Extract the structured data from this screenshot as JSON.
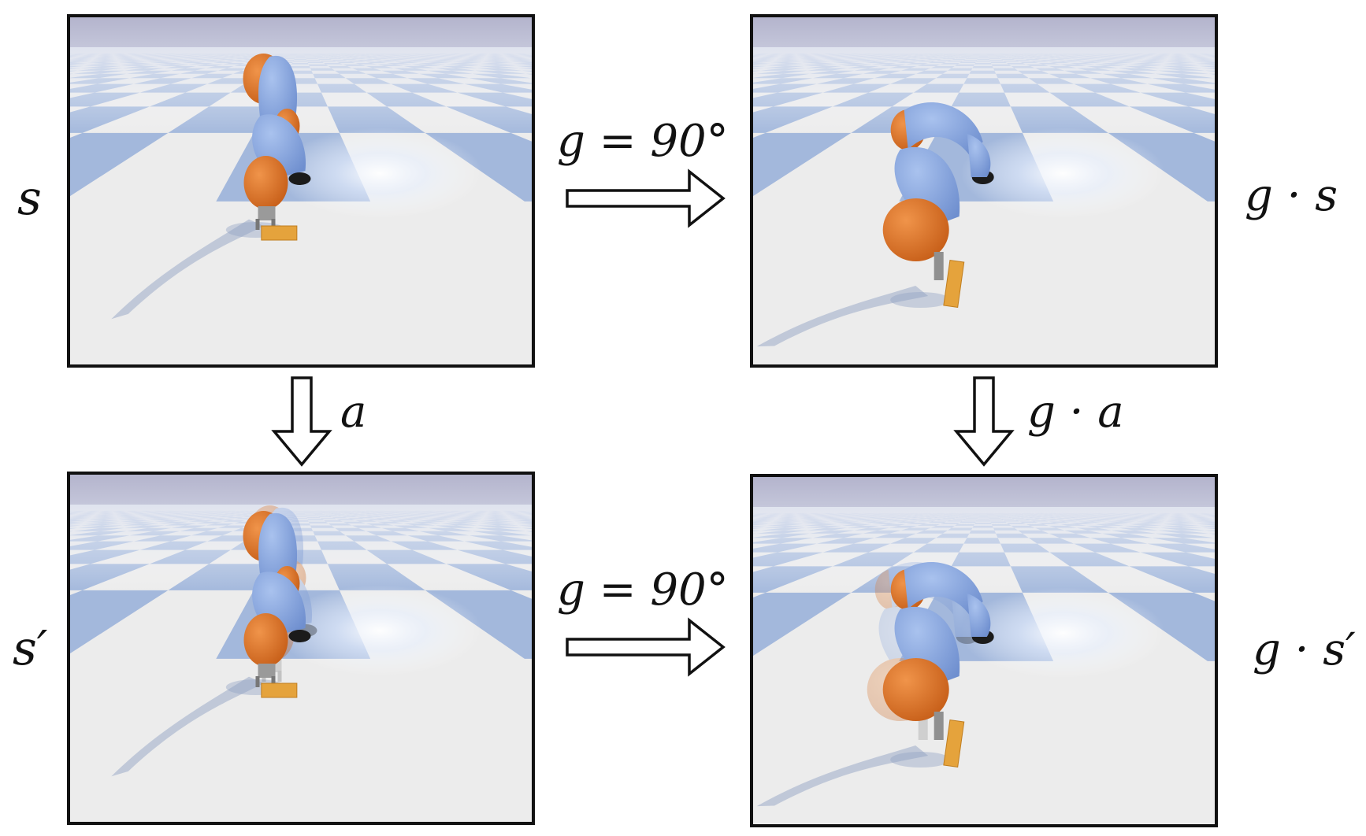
{
  "labels": {
    "state": "s",
    "state_next": "s′",
    "transformed_state": "g · s",
    "transformed_state_next": "g · s′",
    "action": "a",
    "transformed_action": "g · a",
    "group_element_top": "g = 90°",
    "group_element_bottom": "g = 90°"
  },
  "colors": {
    "floor_blue": "#a3b8dc",
    "floor_white": "#ececec",
    "sky": "#b6b6cf",
    "robot_blue": "#7e9fdc",
    "robot_orange": "#e07b2c",
    "block": "#e5a33c",
    "frame": "#111111"
  },
  "panels": [
    {
      "id": "s",
      "robot_pose": "upright",
      "ghost": false
    },
    {
      "id": "g_s",
      "robot_pose": "rotated-90",
      "ghost": false
    },
    {
      "id": "s_next",
      "robot_pose": "upright",
      "ghost": true
    },
    {
      "id": "g_s_next",
      "robot_pose": "rotated-90",
      "ghost": true
    }
  ]
}
